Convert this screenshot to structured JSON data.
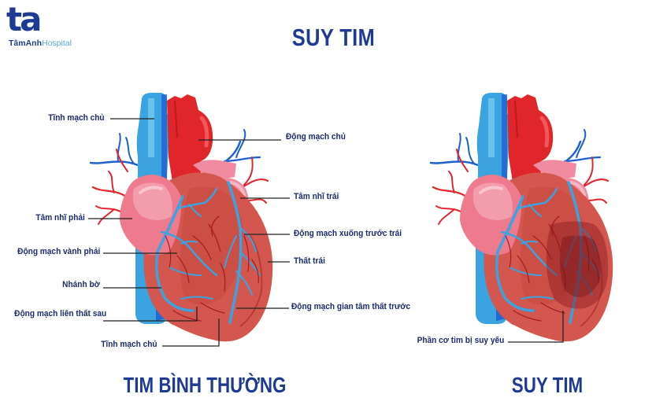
{
  "logo": {
    "mark": "ta",
    "brand_bold": "TâmAnh",
    "brand_light": "Hospital"
  },
  "title": "SUY TIM",
  "normal_heart": {
    "caption": "TIM BÌNH THƯỜNG",
    "labels": {
      "superior_vena_cava": "Tĩnh mạch chủ",
      "aorta": "Động mạch chủ",
      "left_atrium": "Tâm nhĩ trái",
      "right_atrium": "Tâm nhĩ phải",
      "lad": "Động mạch xuống trước trái",
      "right_coronary": "Động mạch vành phải",
      "left_ventricle": "Thất trái",
      "marginal_branch": "Nhánh bờ",
      "anterior_interventricular": "Động mạch gian tâm thất trước",
      "posterior_interventricular": "Động mạch liên thất sau",
      "inferior_vena_cava": "Tĩnh mạch chủ"
    }
  },
  "failing_heart": {
    "caption": "SUY TIM",
    "labels": {
      "weakened_muscle": "Phần cơ tim bị suy yếu"
    }
  },
  "colors": {
    "brand_blue": "#1f3a93",
    "label_navy": "#1a2b6d",
    "logo_light_blue": "#5aa9d6",
    "vein_blue": "#3aa3e0",
    "vein_dark_blue": "#1f5fd1",
    "artery_red": "#e0262b",
    "heart_muscle": "#d3574f",
    "atrium_pink": "#ee7a8d",
    "weakened_area": "#8a1a1e"
  }
}
